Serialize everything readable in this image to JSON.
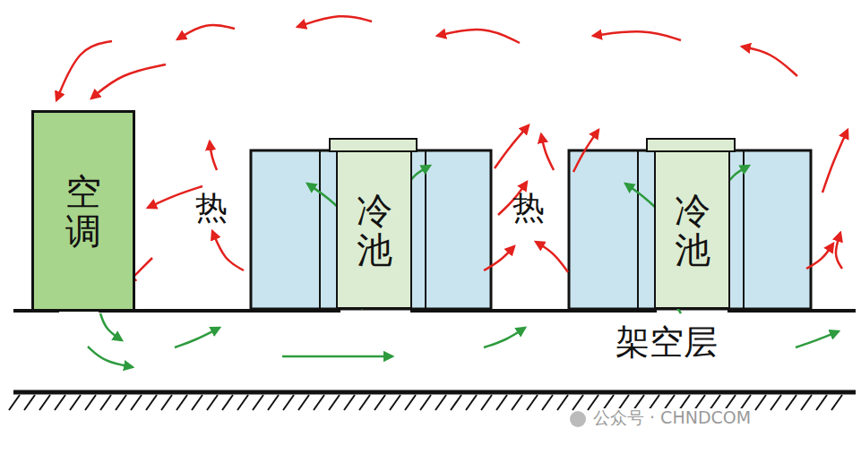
{
  "diagram": {
    "nodes": [
      {
        "text": [
          "空调"
        ]
      },
      {
        "text": [
          "冷池"
        ]
      },
      {
        "text": [
          "冷池"
        ]
      }
    ],
    "labels": [
      "热",
      "热",
      "架空层",
      "公众号 · CHNDCOM"
    ]
  }
}
